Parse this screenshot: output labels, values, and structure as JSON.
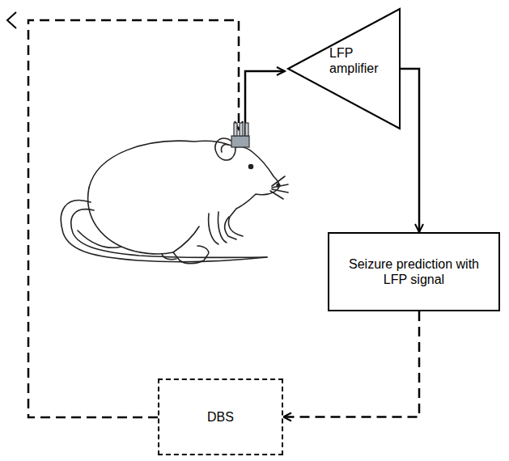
{
  "diagram": {
    "nodes": [
      {
        "text": [
          "LFP amplifier"
        ]
      },
      {
        "text": [
          "Seizure prediction with LFP signal"
        ]
      },
      {
        "text": [
          "DBS"
        ]
      }
    ],
    "edges": [
      {
        "from": 0,
        "to": 1,
        "arrow": "to"
      },
      {
        "from": 1,
        "to": 2,
        "arrow": "to"
      }
    ]
  }
}
